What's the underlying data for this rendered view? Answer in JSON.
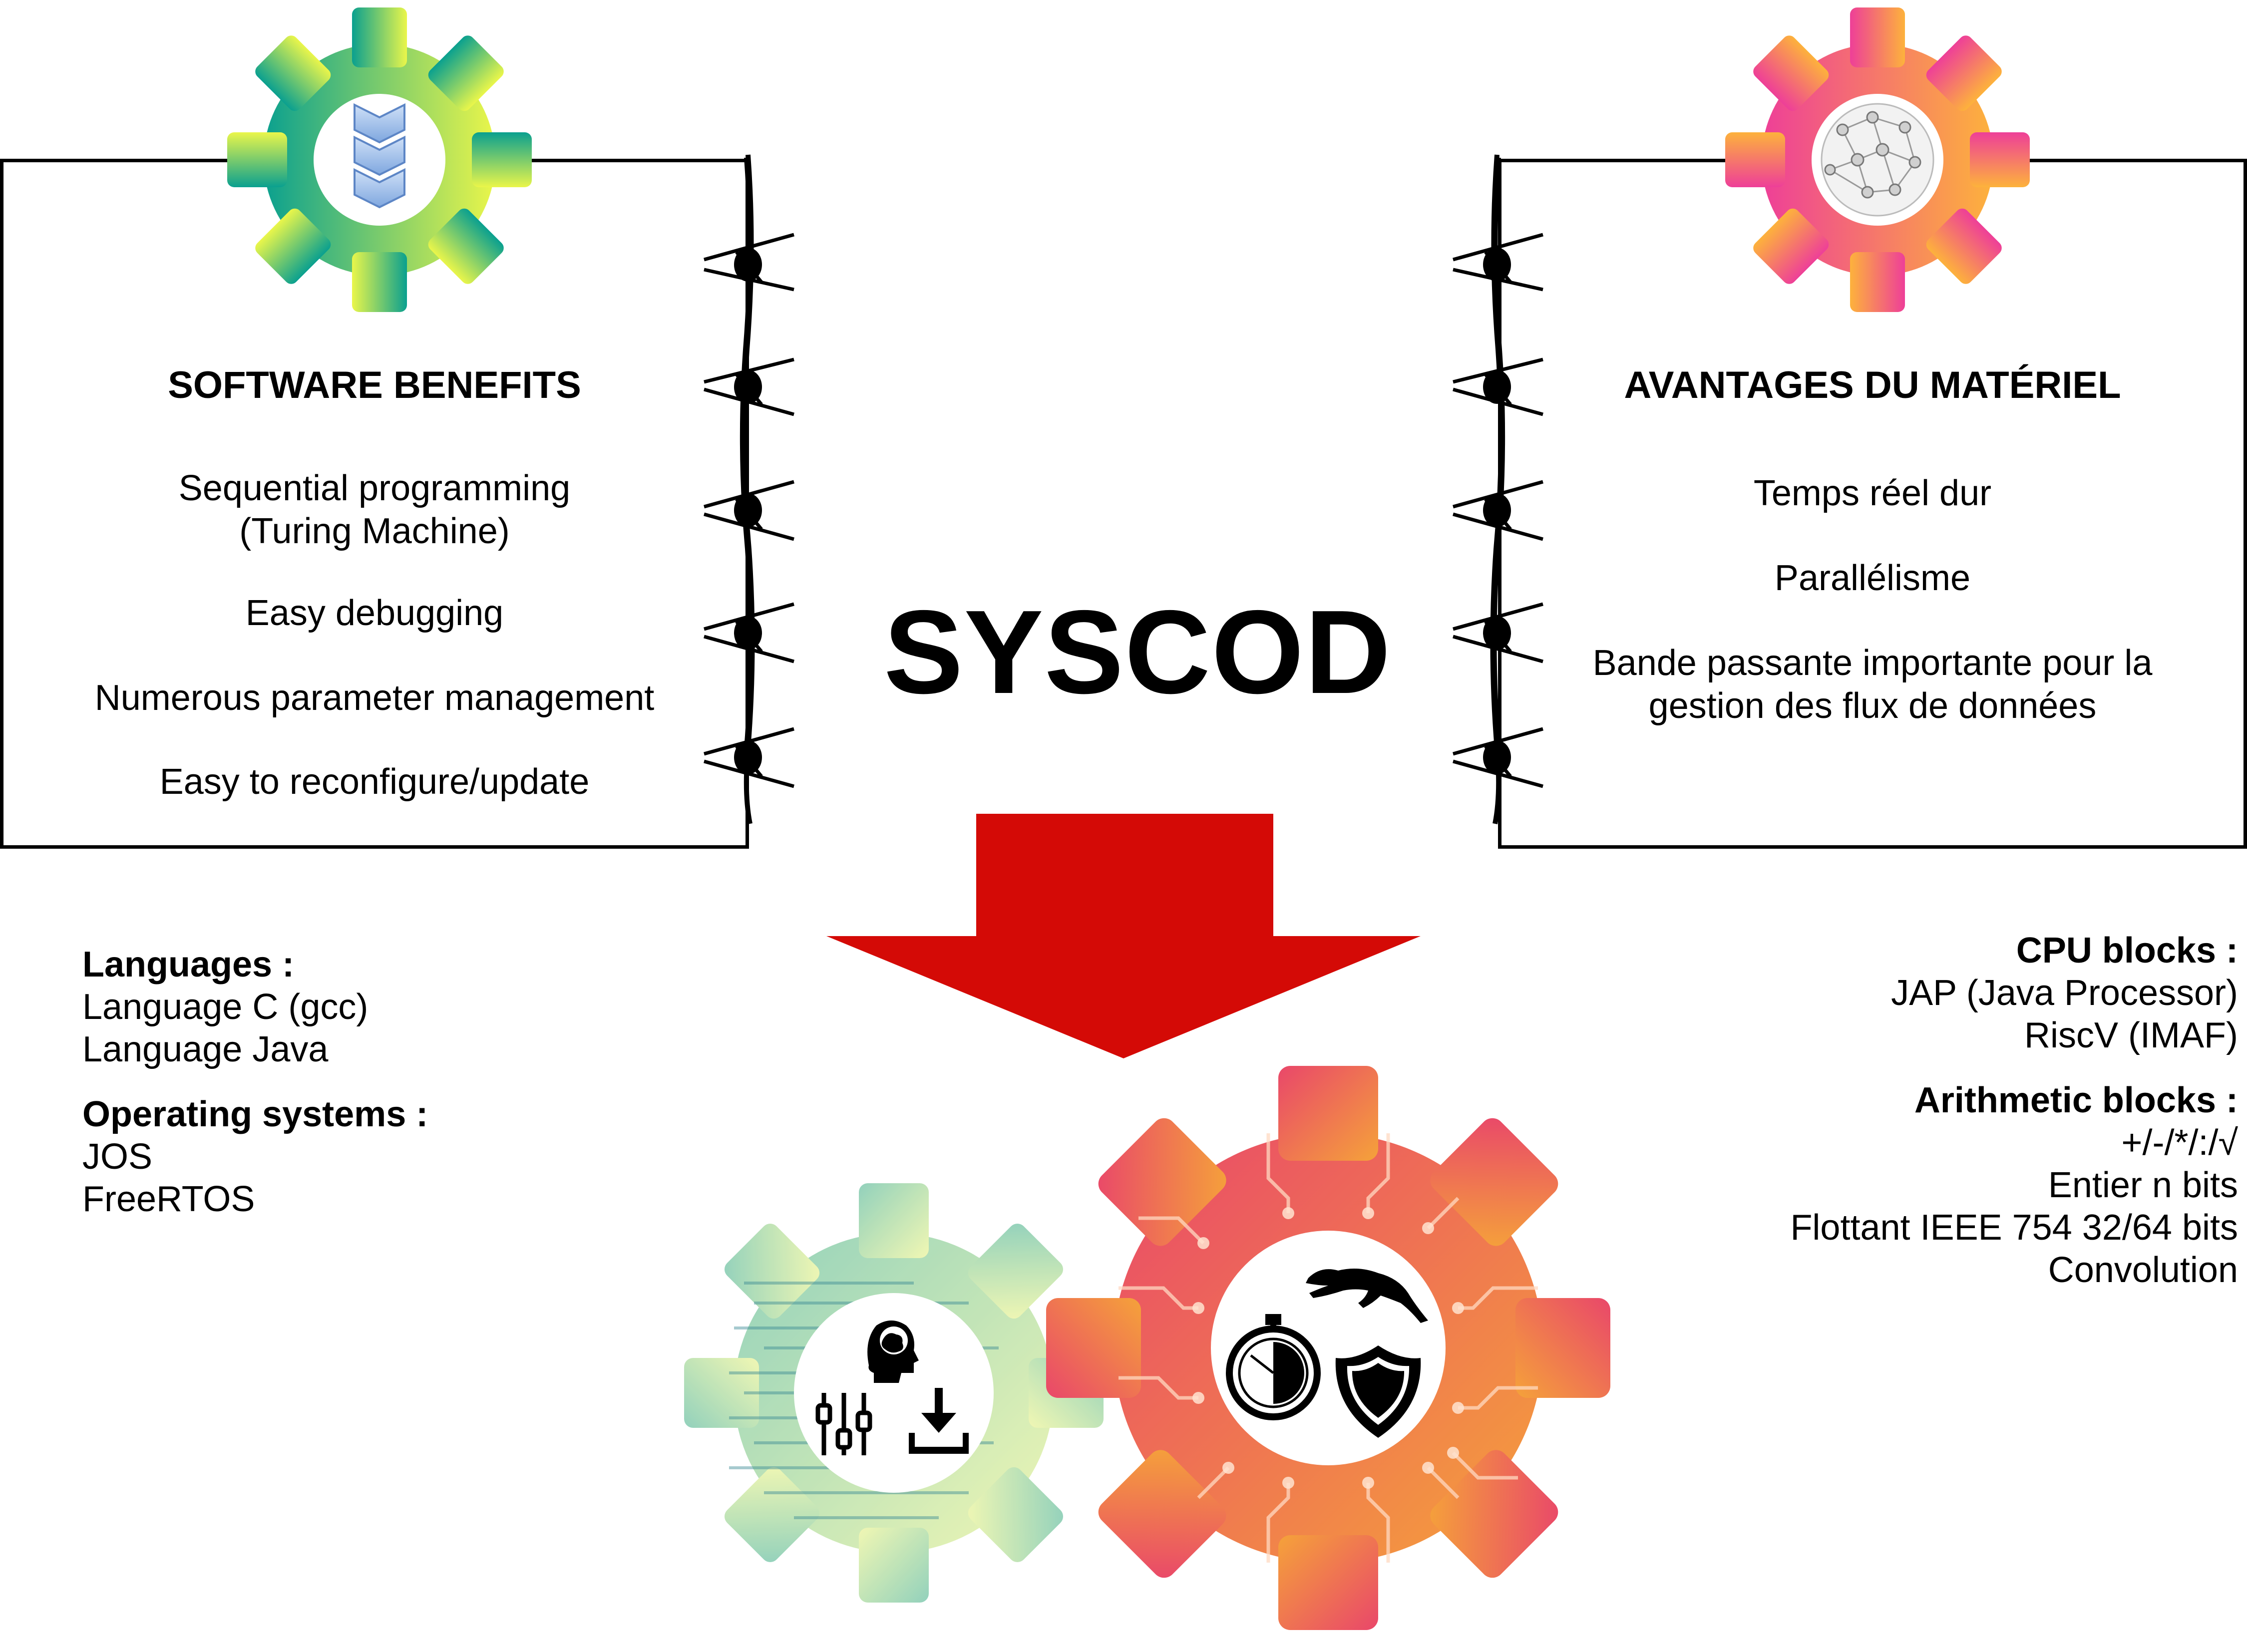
{
  "title": "SYSCOD",
  "software": {
    "heading": "SOFTWARE BENEFITS",
    "items": [
      "Sequential programming\n(Turing Machine)",
      "Easy debugging",
      "Numerous parameter management",
      "Easy to reconfigure/update"
    ]
  },
  "hardware": {
    "heading": "AVANTAGES DU MATÉRIEL",
    "items": [
      "Temps réel dur",
      "Parallélisme",
      "Bande passante importante pour la\ngestion des flux de données"
    ]
  },
  "left_info": {
    "languages_heading": "Languages :",
    "languages": [
      "Language C (gcc)",
      "Language Java"
    ],
    "os_heading": "Operating systems :",
    "os": [
      "JOS",
      "FreeRTOS"
    ]
  },
  "right_info": {
    "cpu_heading": "CPU blocks :",
    "cpu": [
      "JAP (Java Processor)",
      "RiscV (IMAF)"
    ],
    "arith_heading": "Arithmetic blocks :",
    "arith": [
      "+/-/*/:/√",
      "Entier n bits",
      "Flottant IEEE 754 32/64 bits",
      "Convolution"
    ]
  },
  "colors": {
    "arrow": "#d40a06",
    "software_gear_start": "#0aa08f",
    "software_gear_end": "#eaf64a",
    "hardware_gear_start": "#ee3f98",
    "hardware_gear_end": "#fdb23c"
  },
  "icons": [
    "chevron-stack-icon",
    "network-sphere-icon",
    "brain-head-icon",
    "sliders-icon",
    "download-icon",
    "stopwatch-icon",
    "puma-icon",
    "shield-icon"
  ]
}
